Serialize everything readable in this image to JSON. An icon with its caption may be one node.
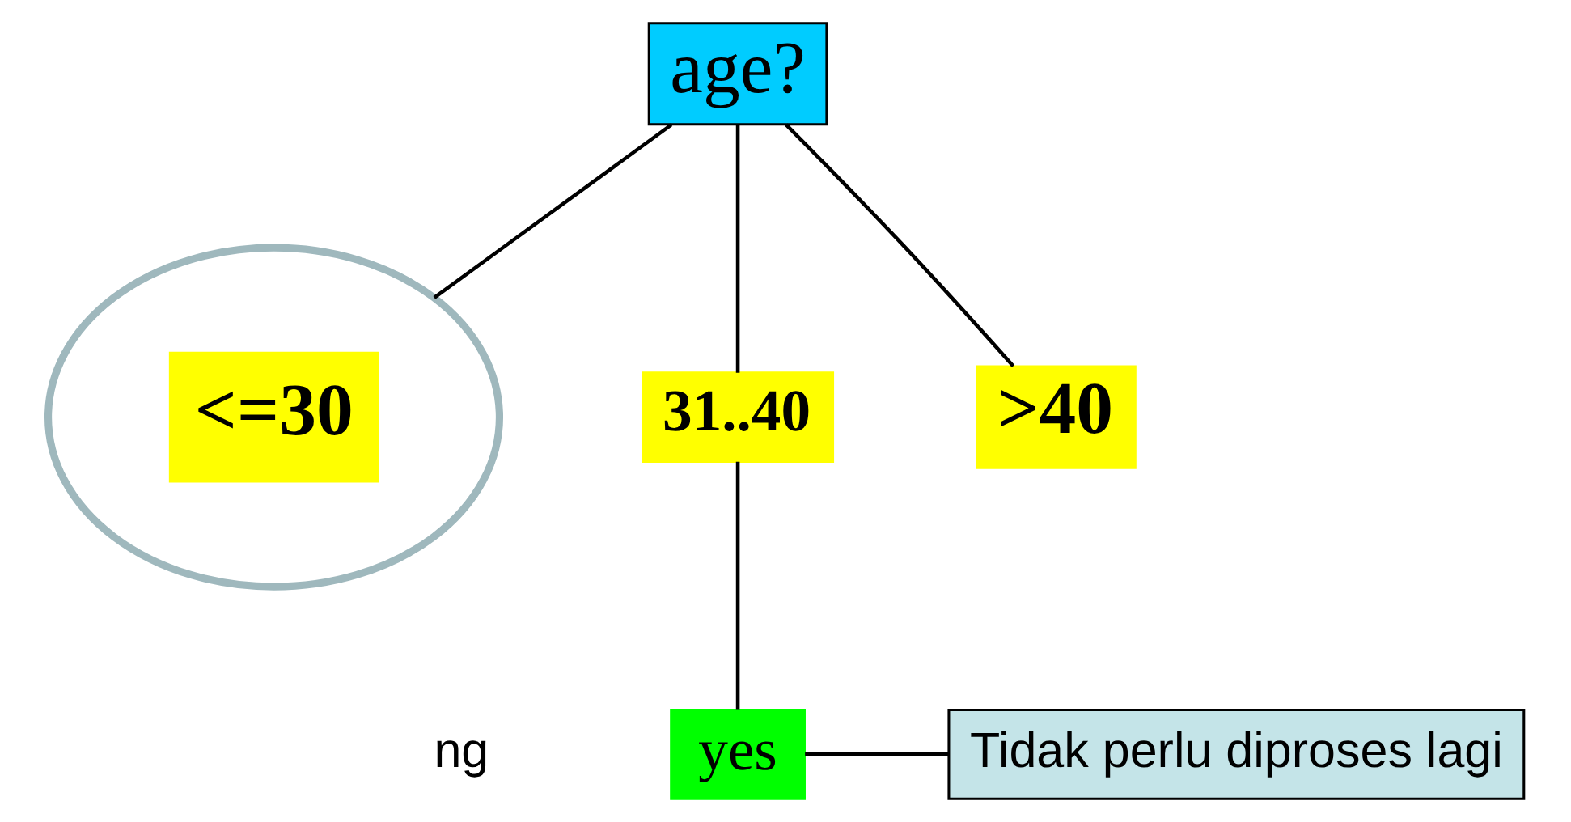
{
  "diagram": {
    "nodes": [
      {
        "text": [
          "age?"
        ]
      },
      {
        "text": [
          "<=30"
        ]
      },
      {
        "text": [
          "31..40"
        ]
      },
      {
        "text": [
          ">40"
        ]
      },
      {
        "text": [
          "yes"
        ]
      },
      {
        "text": [
          "Tidak perlu diproses lagi"
        ]
      }
    ],
    "edges": [
      {
        "from": 0,
        "to": 1,
        "arrow": "none"
      },
      {
        "from": 0,
        "to": 2,
        "arrow": "none"
      },
      {
        "from": 0,
        "to": 3,
        "arrow": "none"
      },
      {
        "from": 2,
        "to": 4,
        "arrow": "none"
      },
      {
        "from": 4,
        "to": 5,
        "arrow": "none"
      }
    ],
    "labels": [
      "ng"
    ]
  }
}
